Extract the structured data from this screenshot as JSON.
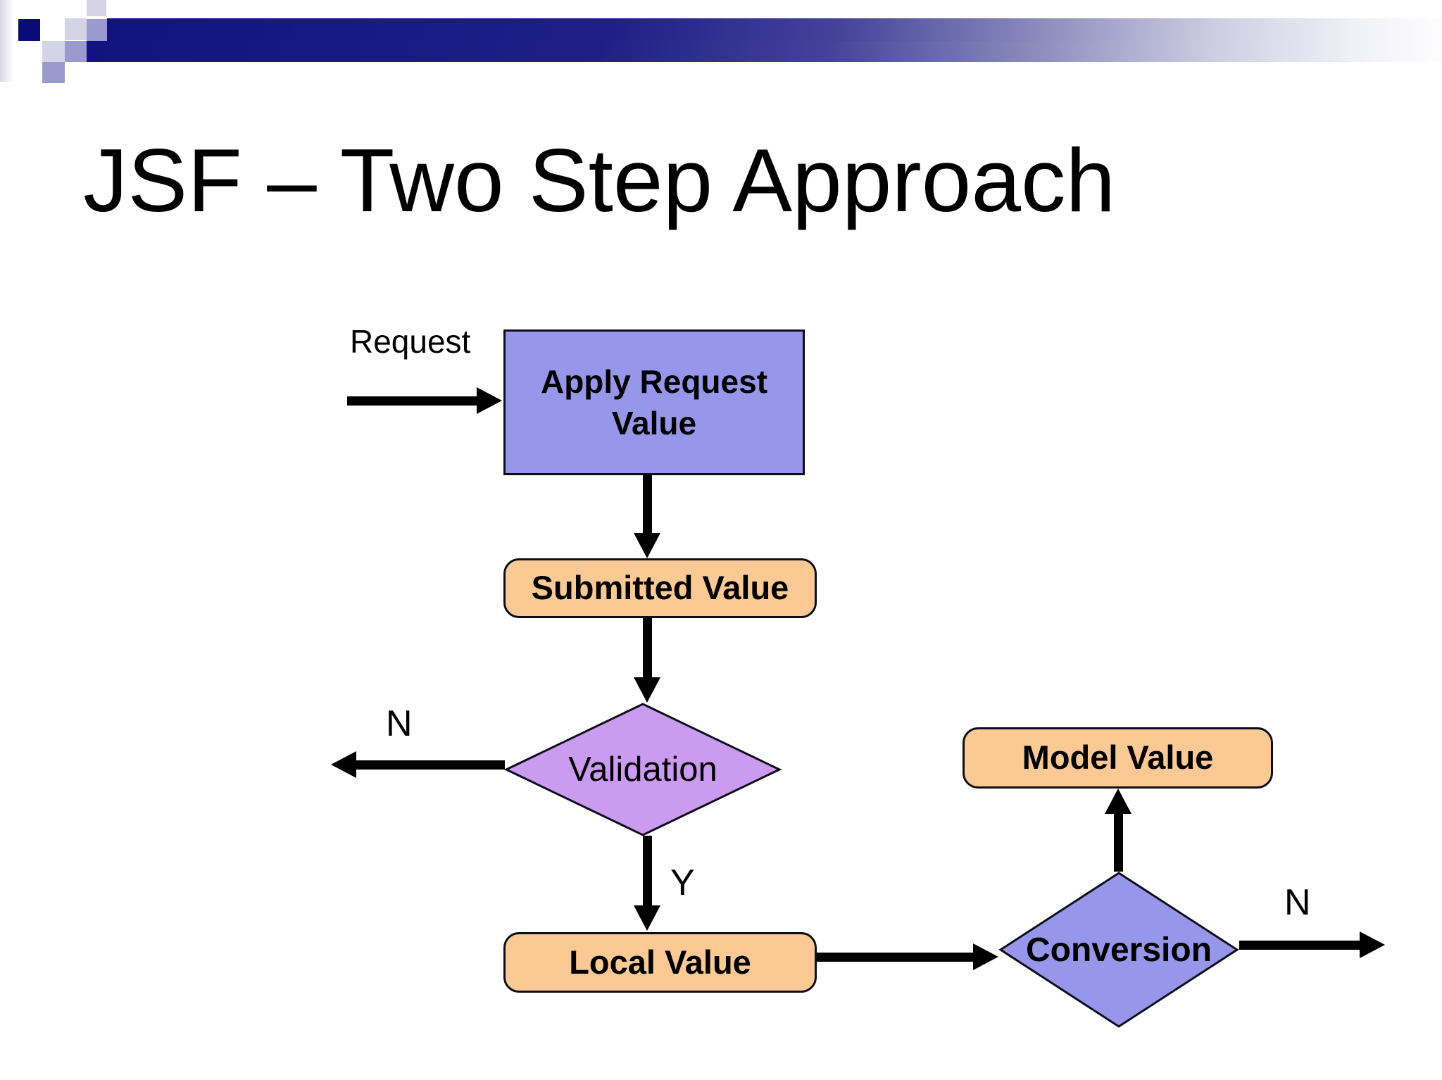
{
  "slide": {
    "title": "JSF – Two Step Approach"
  },
  "flowchart": {
    "request_label": "Request",
    "nodes": {
      "apply_request_value": "Apply Request Value",
      "submitted_value": "Submitted Value",
      "validation": "Validation",
      "local_value": "Local Value",
      "conversion": "Conversion",
      "model_value": "Model Value"
    },
    "edge_labels": {
      "validation_no": "N",
      "validation_yes": "Y",
      "conversion_no": "N"
    }
  },
  "colors": {
    "process_fill": "#9697ea",
    "decision_validation_fill": "#cb9bf0",
    "decision_conversion_fill": "#9697ea",
    "state_fill": "#fac994",
    "node_border": "#0d0d1a",
    "arrow": "#000000",
    "bar_navy": "#131380",
    "deco_navy": "#0a0a78",
    "deco_periwinkle": "#9a9ace",
    "deco_lavender": "#d4d4e6"
  }
}
